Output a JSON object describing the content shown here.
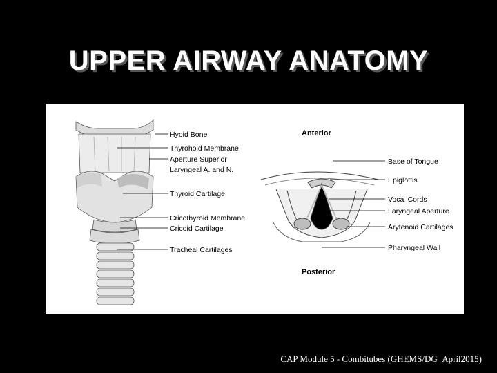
{
  "title": "UPPER AIRWAY ANATOMY",
  "figure": {
    "left_labels": {
      "hyoid_bone": "Hyoid Bone",
      "thyrohoid_membrane": "Thyrohoid Membrane",
      "aperture_superior": "Aperture Superior",
      "laryngeal_a_n": "Laryngeal A. and N.",
      "thyroid_cartilage": "Thyroid Cartilage",
      "cricothyroid_membrane": "Cricothyroid Membrane",
      "cricoid_cartilage": "Cricoid Cartilage",
      "tracheal_cartilages": "Tracheal Cartilages"
    },
    "orientation": {
      "anterior": "Anterior",
      "posterior": "Posterior"
    },
    "right_labels": {
      "base_of_tongue": "Base of Tongue",
      "epiglottis": "Epiglottis",
      "vocal_cords": "Vocal Cords",
      "laryngeal_aperture": "Laryngeal Aperture",
      "arytenoid_cartilages": "Arytenoid Cartilages",
      "pharyngeal_wall": "Pharyngeal Wall"
    }
  },
  "footer": "CAP Module 5 - Combitubes  (GHEMS/DG_April2015)",
  "colors": {
    "background": "#000000",
    "title": "#ffffff",
    "panel": "#ffffff",
    "cartilage_light": "#e4e4e4",
    "cartilage_mid": "#c8c8c8",
    "aperture": "#000000"
  }
}
